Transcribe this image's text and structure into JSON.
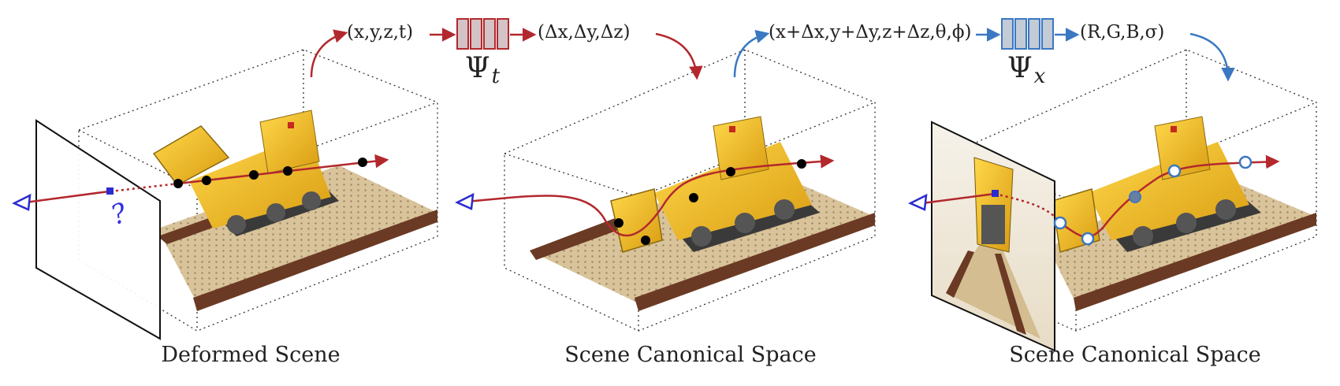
{
  "panels": [
    {
      "caption": "Deformed Scene"
    },
    {
      "caption": "Scene Canonical Space"
    },
    {
      "caption": "Scene Canonical Space"
    }
  ],
  "pipeline": {
    "input_deform": "(x,y,z,t)",
    "output_deform": "(Δx,Δy,Δz)",
    "network_t_symbol": "Ψ",
    "network_t_sub": "t",
    "input_canonical": "(x+Δx,y+Δy,z+Δz,θ,ϕ)",
    "output_canonical": "(R,G,B,σ)",
    "network_x_symbol": "Ψ",
    "network_x_sub": "x"
  },
  "query_mark": "?",
  "colors": {
    "deform_red": "#b3282d",
    "canonical_blue": "#3a78c2",
    "network_red_fill": "#d3c3c6",
    "network_blue_fill": "#c3cbd6",
    "camera_blue": "#2b2bd0",
    "lego_yellow": "#f2c12e",
    "baseplate": "#d9c39a",
    "wood": "#6b3a24"
  }
}
